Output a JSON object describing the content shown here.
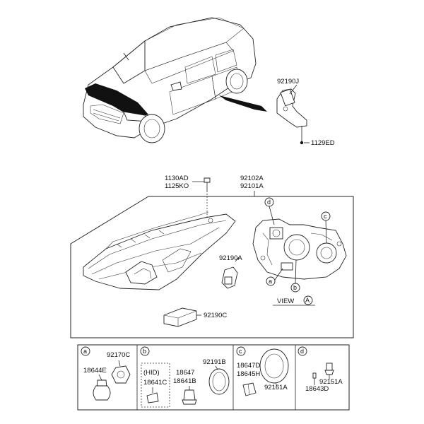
{
  "labels": {
    "p92190J": "92190J",
    "p1129ED": "1129ED",
    "p1130AD": "1130AD",
    "p1125KO": "1125KO",
    "p92102A": "92102A",
    "p92101A": "92101A",
    "p92190A": "92190A",
    "p92190C": "92190C",
    "view": "VIEW",
    "view_letter": "A",
    "callout_a": "a",
    "callout_b": "b",
    "callout_c": "c",
    "callout_d": "d"
  },
  "panels": {
    "a": {
      "letter": "a",
      "parts": [
        "92170C",
        "18644E"
      ]
    },
    "b": {
      "letter": "b",
      "hid": "(HID)",
      "parts": [
        "18641C",
        "18647",
        "18641B",
        "92191B"
      ]
    },
    "c": {
      "letter": "c",
      "parts": [
        "18647D",
        "18645H",
        "92161A"
      ]
    },
    "d": {
      "letter": "d",
      "parts": [
        "92151A",
        "18643D"
      ]
    }
  },
  "colors": {
    "line": "#222222",
    "background": "#ffffff"
  }
}
